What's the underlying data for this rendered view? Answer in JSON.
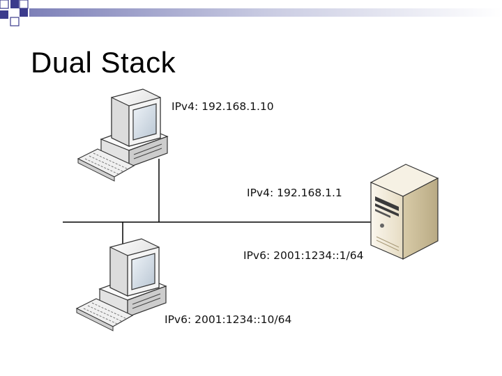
{
  "slide": {
    "title": "Dual Stack"
  },
  "nodes": {
    "workstation_top": {
      "icon": "desktop-computer-icon",
      "address_label": "IPv4: 192.168.1.10"
    },
    "workstation_bottom": {
      "icon": "desktop-computer-icon",
      "address_label": "IPv6: 2001:1234::10/64"
    },
    "server": {
      "icon": "tower-server-icon",
      "ipv4_label": "IPv4: 192.168.1.1",
      "ipv6_label": "IPv6: 2001:1234::1/64"
    }
  },
  "colors": {
    "decor_squares": "#3b3b8c",
    "decor_gradient_start": "#8b8fc0",
    "computer_body": "#f2f2f2",
    "server_body": "#efe6d2",
    "line": "#000000"
  }
}
